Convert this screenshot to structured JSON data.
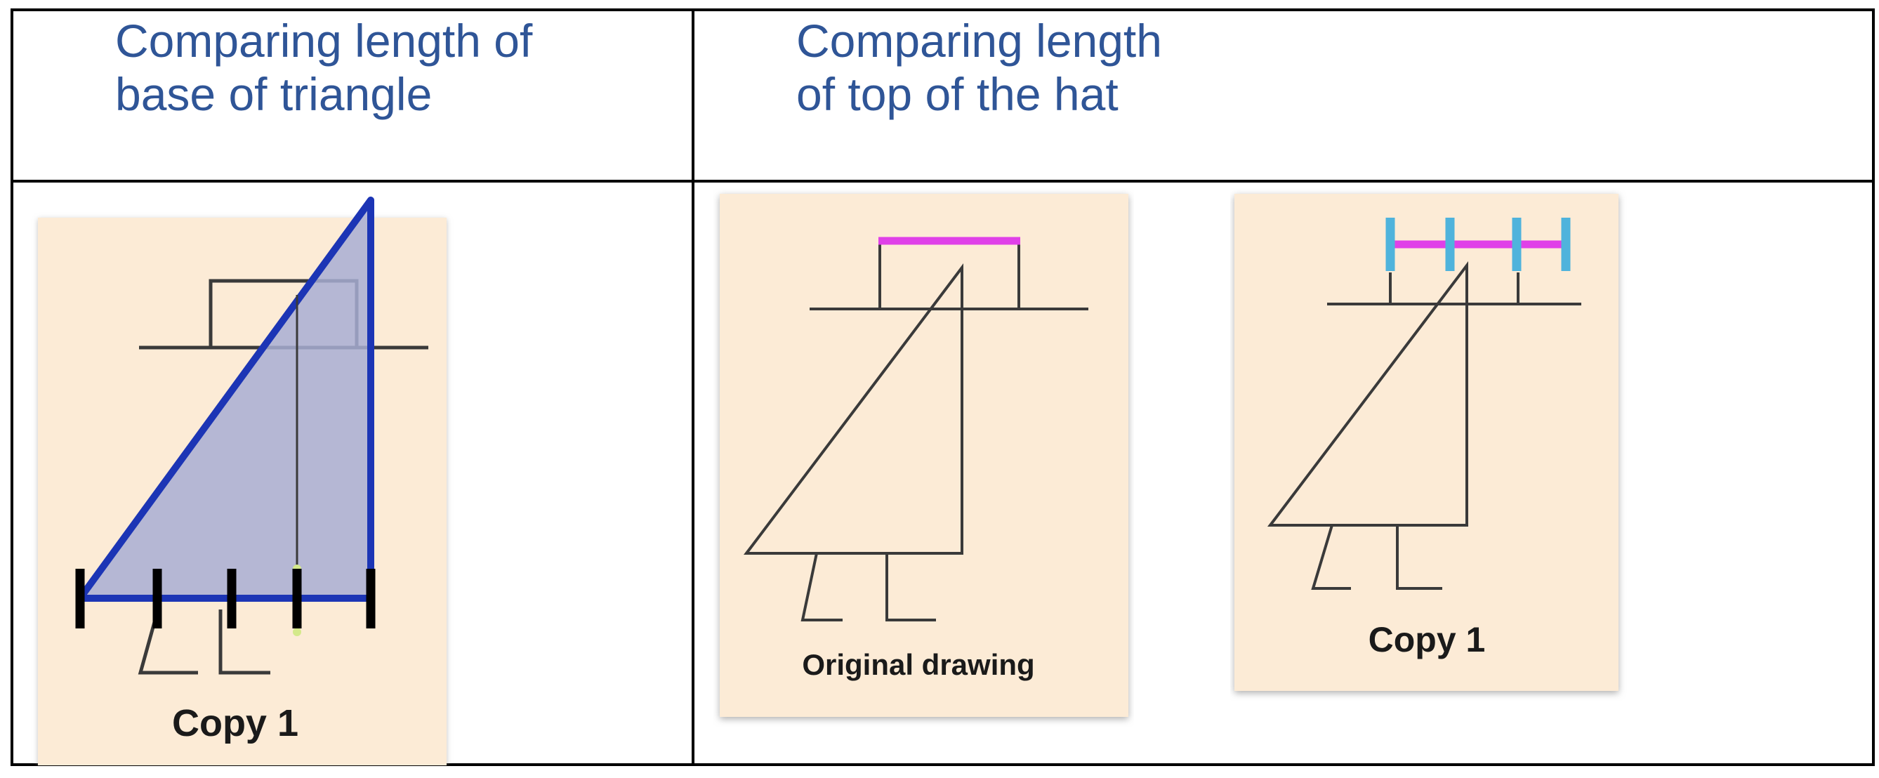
{
  "left_column": {
    "heading": "Comparing length of\nbase of triangle",
    "card": {
      "label": "Copy 1",
      "base_ticks": 5
    }
  },
  "right_column": {
    "heading": "Comparing length\nof top of the hat",
    "original_card": {
      "label": "Original drawing"
    },
    "copy_card": {
      "label": "Copy 1",
      "hat_ticks": 4
    }
  },
  "colors": {
    "heading_text": "#2f5597",
    "card_background": "#fcebd6",
    "triangle_outline": "#1c35b5",
    "triangle_fill": "#a8aed3",
    "hat_top_highlight": "#e040e8",
    "tick_marks_right": "#4fb3dc",
    "tick_marks_left": "#000000",
    "drawing_lines": "#3a3a3a"
  }
}
